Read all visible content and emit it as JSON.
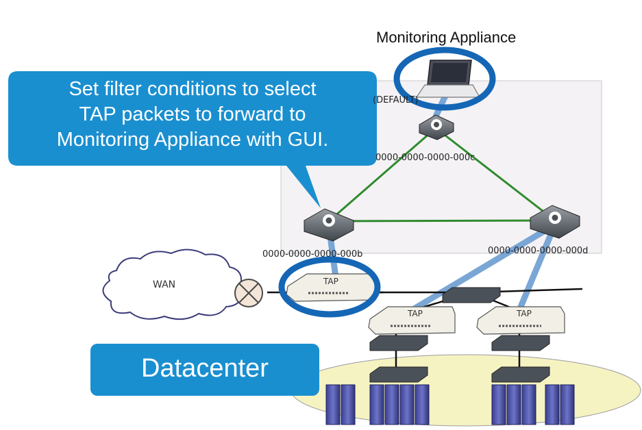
{
  "diagram": {
    "title": "Monitoring Appliance",
    "callout": {
      "line1": "Set filter conditions to select",
      "line2": "TAP packets to forward to",
      "line3": "Monitoring Appliance with GUI."
    },
    "controller_label": "(DEFAULT)",
    "switches": {
      "top_id": "0000-0000-0000-000c",
      "left_id": "0000-0000-0000-000b",
      "right_id": "0000-0000-0000-000d"
    },
    "wan_label": "WAN",
    "tap_label": "TAP",
    "datacenter_label": "Datacenter",
    "colors": {
      "callout_blue": "#1a8fd0",
      "highlight_ring": "#1567b5",
      "mesh_link": "#2e8b2e",
      "tap_link": "#7aa6d6",
      "datacenter_ellipse": "#f6f3c2"
    },
    "icons": [
      "laptop-icon",
      "openflow-switch-icon",
      "tap-device-icon",
      "network-switch-icon",
      "server-icon",
      "cloud-icon",
      "router-icon"
    ]
  }
}
